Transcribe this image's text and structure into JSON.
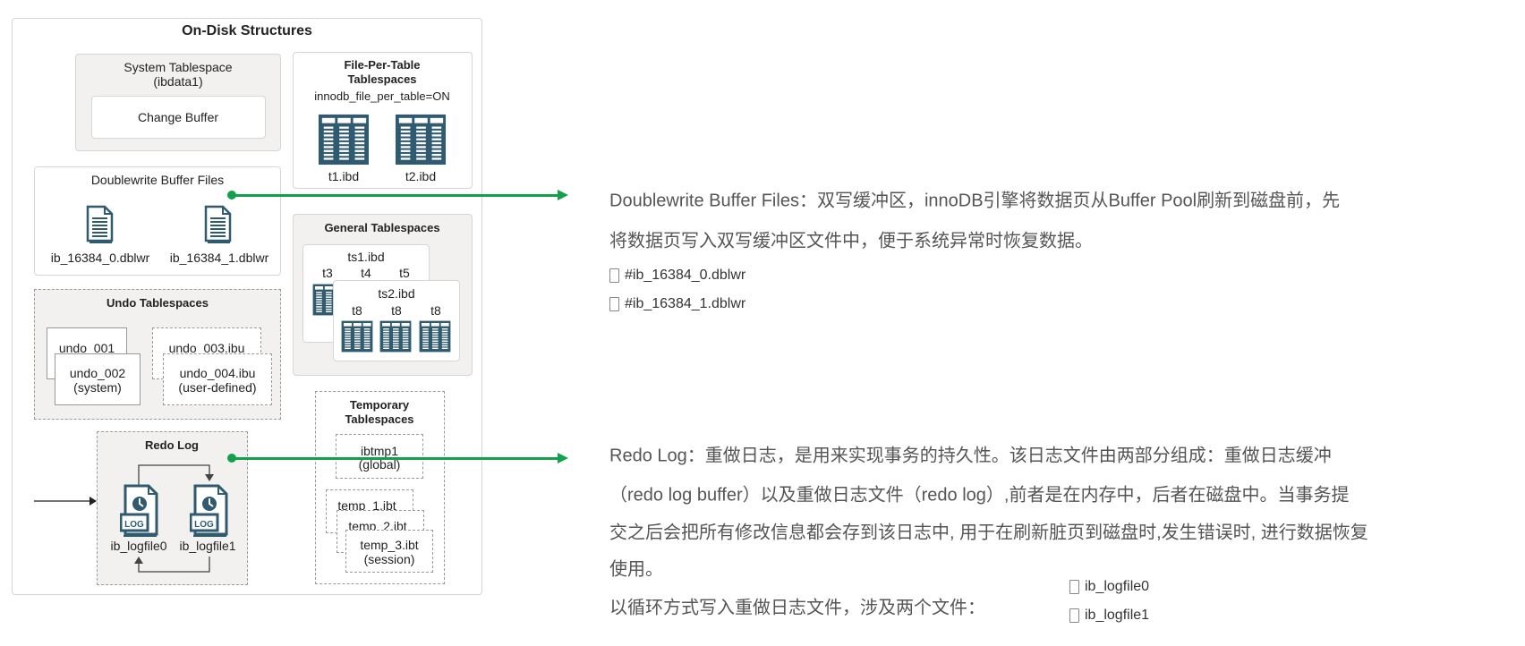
{
  "diagram": {
    "title": "On-Disk Structures",
    "system_tablespace": {
      "title_line1": "System Tablespace",
      "title_line2": "(ibdata1)",
      "change_buffer": "Change Buffer"
    },
    "file_per_table": {
      "title_line1": "File-Per-Table",
      "title_line2": "Tablespaces",
      "setting": "innodb_file_per_table=ON",
      "files": [
        "t1.ibd",
        "t2.ibd"
      ]
    },
    "doublewrite": {
      "title": "Doublewrite Buffer Files",
      "files": [
        "ib_16384_0.dblwr",
        "ib_16384_1.dblwr"
      ]
    },
    "general": {
      "title": "General Tablespaces",
      "ts1": "ts1.ibd",
      "ts1_tables": [
        "t3",
        "t4",
        "t5"
      ],
      "ts2": "ts2.ibd",
      "ts2_tables": [
        "t8",
        "t8",
        "t8"
      ]
    },
    "undo": {
      "title": "Undo Tablespaces",
      "undo_001": "undo_001",
      "undo_002": "undo_002",
      "undo_002_sub": "(system)",
      "undo_003": "undo_003.ibu",
      "undo_004": "undo_004.ibu",
      "undo_004_sub": "(user-defined)"
    },
    "redo": {
      "title": "Redo Log",
      "files": [
        "ib_logfile0",
        "ib_logfile1"
      ],
      "icon_label": "LOG"
    },
    "temporary": {
      "title_line1": "Temporary",
      "title_line2": "Tablespaces",
      "ibtmp1": "ibtmp1",
      "ibtmp1_sub": "(global)",
      "temp_1": "temp_1.ibt",
      "temp_2": "temp_2.ibt",
      "temp_3": "temp_3.ibt",
      "temp_3_sub": "(session)"
    }
  },
  "notes": {
    "doublewrite": {
      "lines": [
        "Doublewrite Buffer Files：双写缓冲区，innoDB引擎将数据页从Buffer Pool刷新到磁盘前，先",
        "将数据页写入双写缓冲区文件中，便于系统异常时恢复数据。"
      ],
      "files": [
        "#ib_16384_0.dblwr",
        "#ib_16384_1.dblwr"
      ]
    },
    "redo": {
      "lines": [
        "Redo Log：重做日志，是用来实现事务的持久性。该日志文件由两部分组成：重做日志缓冲",
        "（redo log buffer）以及重做日志文件（redo log）,前者是在内存中，后者在磁盘中。当事务提",
        "交之后会把所有修改信息都会存到该日志中, 用于在刷新脏页到磁盘时,发生错误时, 进行数据恢复",
        "使用。",
        "以循环方式写入重做日志文件，涉及两个文件："
      ],
      "files": [
        "ib_logfile0",
        "ib_logfile1"
      ]
    }
  },
  "colors": {
    "accent": "#13a04b",
    "icon": "#2f5a6f"
  }
}
